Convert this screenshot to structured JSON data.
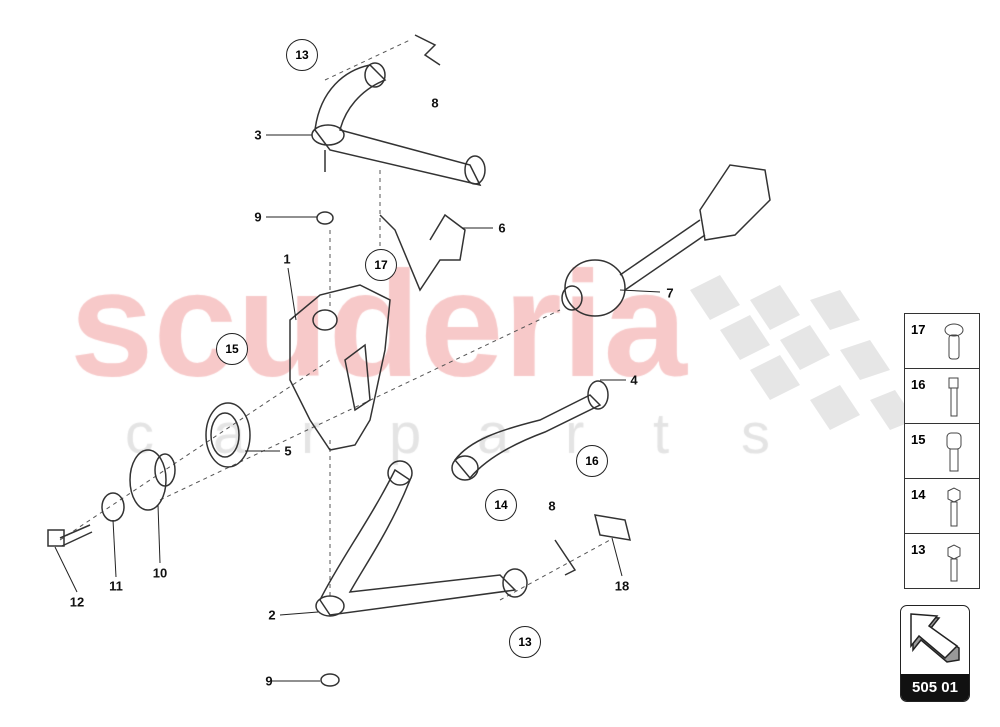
{
  "watermark": {
    "line1": "scuderia",
    "line2": "carparts"
  },
  "callouts": [
    {
      "id": "c13a",
      "text": "13",
      "circled": true
    },
    {
      "id": "c8a",
      "text": "8",
      "circled": false
    },
    {
      "id": "c3",
      "text": "3",
      "circled": false
    },
    {
      "id": "c9a",
      "text": "9",
      "circled": false
    },
    {
      "id": "c6",
      "text": "6",
      "circled": false
    },
    {
      "id": "c17",
      "text": "17",
      "circled": true
    },
    {
      "id": "c1",
      "text": "1",
      "circled": false
    },
    {
      "id": "c7",
      "text": "7",
      "circled": false
    },
    {
      "id": "c15",
      "text": "15",
      "circled": true
    },
    {
      "id": "c4",
      "text": "4",
      "circled": false
    },
    {
      "id": "c5",
      "text": "5",
      "circled": false
    },
    {
      "id": "c16",
      "text": "16",
      "circled": true
    },
    {
      "id": "c14",
      "text": "14",
      "circled": true
    },
    {
      "id": "c8b",
      "text": "8",
      "circled": false
    },
    {
      "id": "c12",
      "text": "12",
      "circled": false
    },
    {
      "id": "c11",
      "text": "11",
      "circled": false
    },
    {
      "id": "c10",
      "text": "10",
      "circled": false
    },
    {
      "id": "c2",
      "text": "2",
      "circled": false
    },
    {
      "id": "c18",
      "text": "18",
      "circled": false
    },
    {
      "id": "c13b",
      "text": "13",
      "circled": true
    },
    {
      "id": "c9b",
      "text": "9",
      "circled": false
    }
  ],
  "fastener_panel": [
    {
      "number": "17",
      "icon": "button-head-bolt-icon"
    },
    {
      "number": "16",
      "icon": "hex-socket-bolt-small-icon"
    },
    {
      "number": "15",
      "icon": "socket-head-bolt-icon"
    },
    {
      "number": "14",
      "icon": "hex-bolt-icon"
    },
    {
      "number": "13",
      "icon": "hex-bolt-icon"
    }
  ],
  "page_badge": {
    "icon": "arrow-up-left-icon",
    "number": "505 01"
  }
}
